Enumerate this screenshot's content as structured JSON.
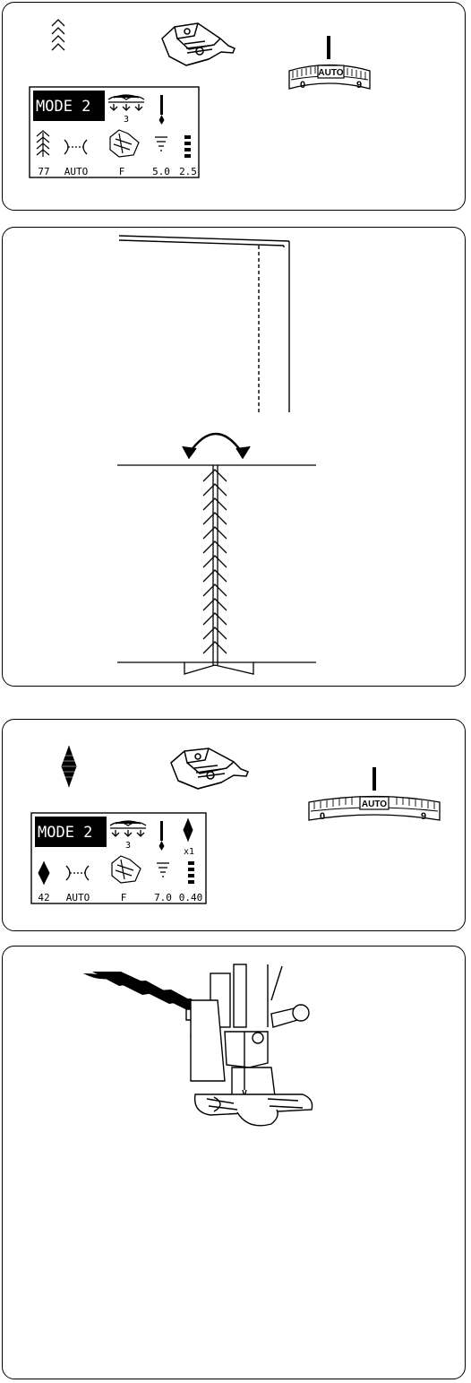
{
  "panel1": {
    "lcd": {
      "mode": "MODE 2",
      "pressure": "3",
      "pattern": "77",
      "tension": "AUTO",
      "foot": "F",
      "width": "5.0",
      "length": "2.5"
    },
    "dial": {
      "center": "AUTO",
      "min": "0",
      "max": "9"
    }
  },
  "panel3": {
    "lcd": {
      "mode": "MODE 2",
      "pressure": "3",
      "elongation": "x1",
      "pattern": "42",
      "tension": "AUTO",
      "foot": "F",
      "width": "7.0",
      "length": "0.40"
    },
    "dial": {
      "center": "AUTO",
      "min": "0",
      "max": "9"
    }
  }
}
